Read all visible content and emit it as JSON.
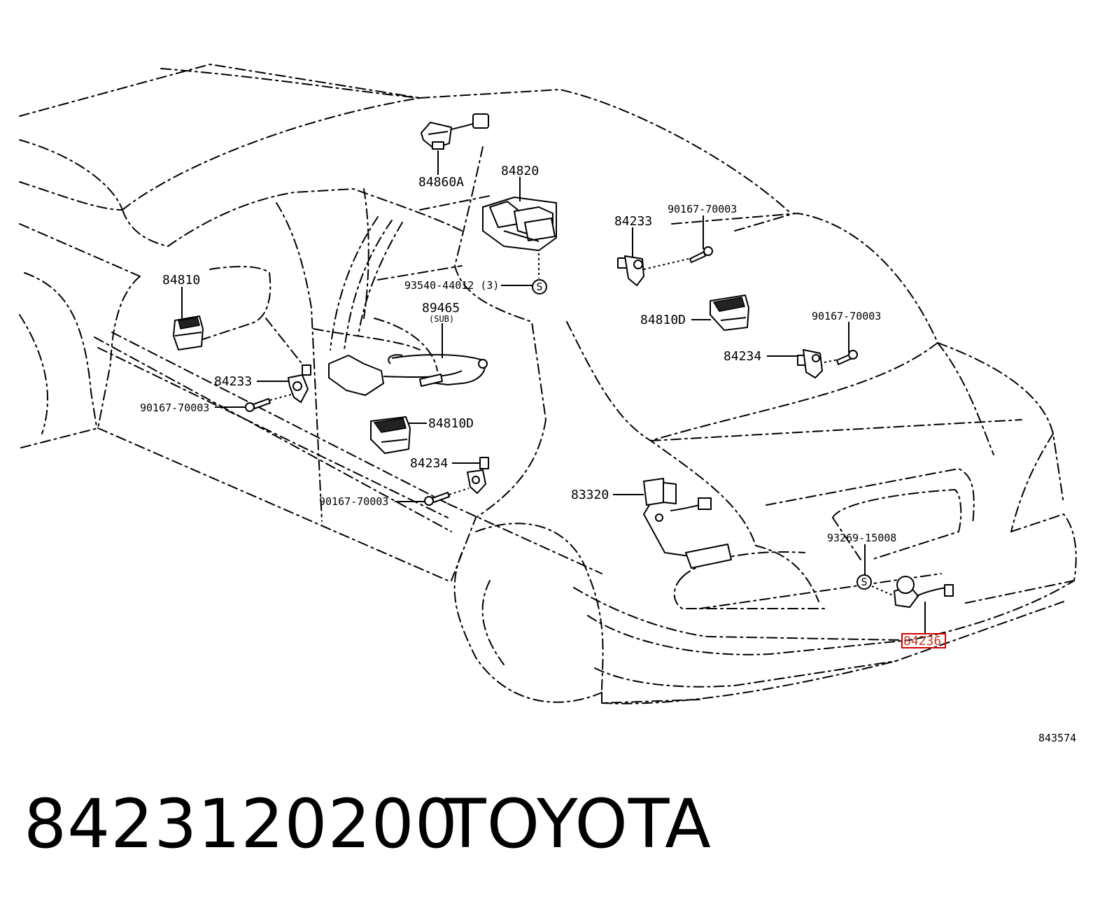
{
  "callouts": {
    "part_84860a": "84860A",
    "part_84820": "84820",
    "part_84233_top": "84233",
    "bolt_90167_top": "90167-70003",
    "part_84810": "84810",
    "screw_93540": "93540-44012 (3)",
    "symbol_s": "S",
    "part_89465": "89465",
    "part_89465_sub": "(SUB)",
    "part_84810d_right": "84810D",
    "bolt_90167_right": "90167-70003",
    "part_84234_right": "84234",
    "part_84233_left": "84233",
    "bolt_90167_left": "90167-70003",
    "part_84810d_center": "84810D",
    "part_84234_center": "84234",
    "bolt_90167_center": "90167-70003",
    "part_83320": "83320",
    "screw_93269": "93269-15008",
    "part_84236_highlighted": "84236",
    "diagram_code": "843574"
  },
  "footer": {
    "part_number": "8423120200",
    "brand": "TOYOTA"
  },
  "colors": {
    "highlight": "#d40000",
    "lines": "#000000",
    "background": "#ffffff"
  }
}
